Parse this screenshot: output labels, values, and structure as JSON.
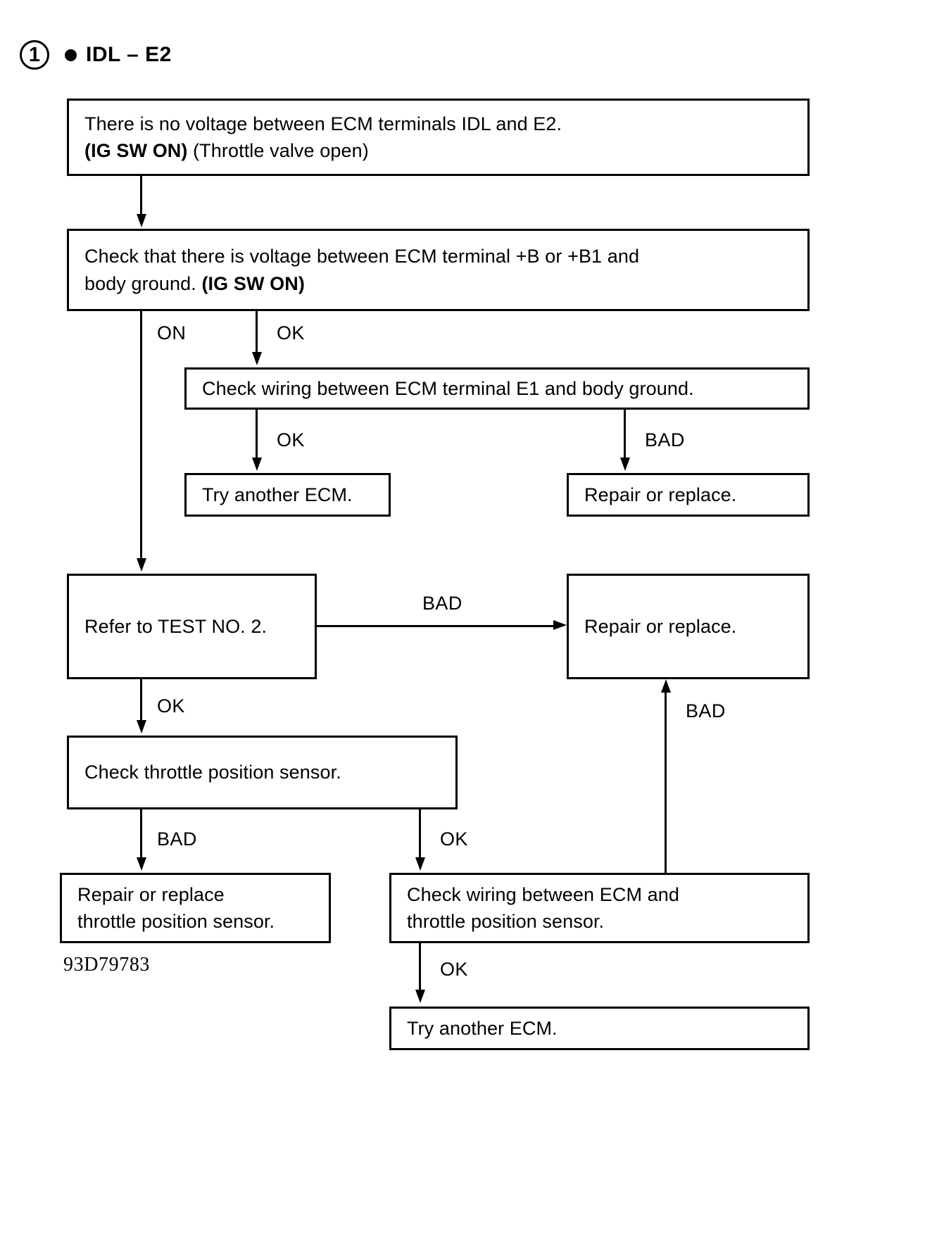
{
  "header": {
    "step_number": "1",
    "bullet": "bullet-dot",
    "title": "IDL – E2"
  },
  "caption": "93D79783",
  "boxes": {
    "no_voltage": {
      "line1": "There is no voltage between ECM terminals IDL and E2.",
      "line2_bold": "(IG SW ON)",
      "line2_rest": " (Throttle valve open)"
    },
    "check_b_voltage": {
      "line1": "Check that there is voltage between ECM terminal  +B or  +B1 and",
      "line2_rest": "body ground. ",
      "line2_bold": "(IG SW ON)"
    },
    "check_e1_wiring": {
      "line1": "Check wiring between ECM terminal E1 and body ground."
    },
    "try_ecm_1": {
      "line1": "Try another ECM."
    },
    "repair_replace_1": {
      "line1": "Repair or replace."
    },
    "refer_test2": {
      "line1": "Refer to TEST NO. 2."
    },
    "repair_replace_2": {
      "line1": "Repair or replace."
    },
    "check_tps": {
      "line1": "Check throttle position sensor."
    },
    "repair_tps": {
      "line1": "Repair or replace",
      "line2": "throttle position sensor."
    },
    "check_tps_wiring": {
      "line1": "Check wiring between ECM and",
      "line2": "throttle position sensor."
    },
    "try_ecm_2": {
      "line1": "Try another ECM."
    }
  },
  "edges": {
    "on": "ON",
    "ok_1": "OK",
    "ok_2": "OK",
    "bad_1": "BAD",
    "bad_2": "BAD",
    "ok_3": "OK",
    "bad_3": "BAD",
    "bad_4": "BAD",
    "ok_4": "OK",
    "ok_5": "OK"
  },
  "colors": {
    "ink": "#000000",
    "paper": "#ffffff"
  }
}
